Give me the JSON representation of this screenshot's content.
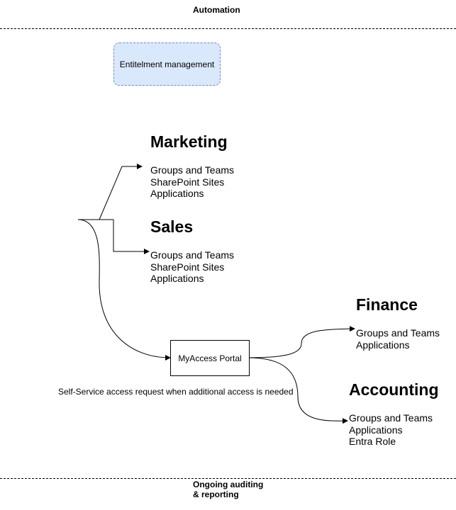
{
  "top_label": "Automation",
  "entitlement_box": "Entitelment management",
  "groups": {
    "marketing": {
      "title": "Marketing",
      "items": [
        "Groups and Teams",
        "SharePoint Sites",
        "Applications"
      ]
    },
    "sales": {
      "title": "Sales",
      "items": [
        "Groups and Teams",
        "SharePoint Sites",
        "Applications"
      ]
    },
    "finance": {
      "title": "Finance",
      "items": [
        "Groups and Teams",
        "Applications"
      ]
    },
    "accounting": {
      "title": "Accounting",
      "items": [
        "Groups and Teams",
        "Applications",
        "Entra Role"
      ]
    }
  },
  "portal": "MyAccess Portal",
  "note": "Self-Service access request when additional access is needed",
  "bottom_label_lines": [
    "Ongoing auditing",
    "& reporting"
  ]
}
